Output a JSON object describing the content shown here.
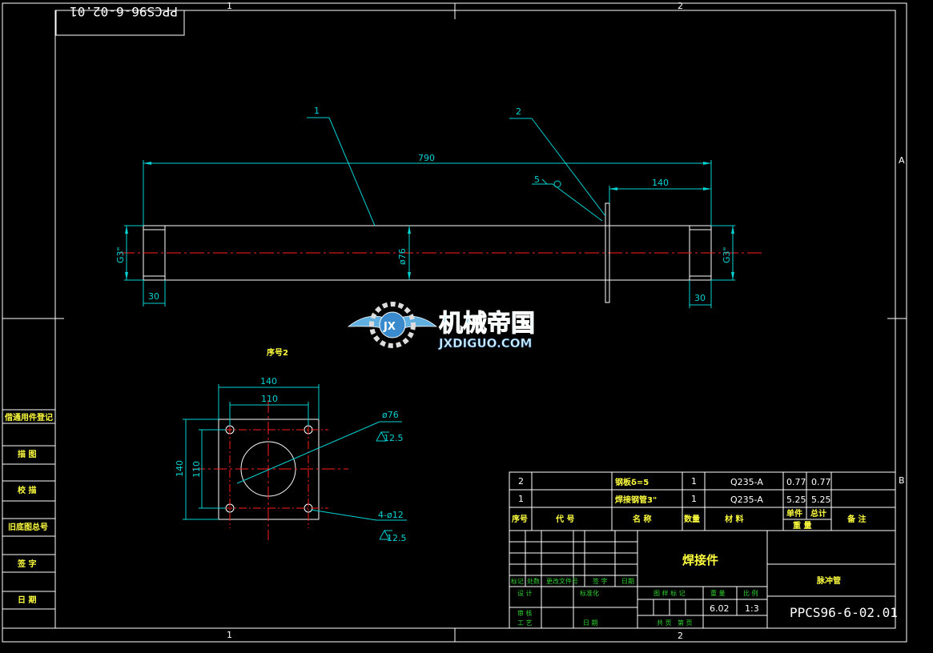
{
  "drawing_number_stamp": "PPCS96-6-02.01",
  "zone_labels": {
    "col1": "1",
    "col2": "2",
    "rowA": "A",
    "rowB": "B"
  },
  "balloons": {
    "part1": "1",
    "part2": "2"
  },
  "dimensions": {
    "overall_length": "790",
    "flange_offset": "140",
    "pipe_diameter": "ø76",
    "thread_left": "G3\"",
    "thread_right": "G3\"",
    "thread_len_left": "30",
    "thread_len_right": "30",
    "weld_symbol": "5"
  },
  "detail_view": {
    "title": "序号2",
    "outer_width": "140",
    "hole_spacing_x": "110",
    "outer_height": "140",
    "hole_spacing_y": "110",
    "bore_callout": "ø76",
    "bore_roughness": "12.5",
    "holes_callout": "4-ø12",
    "holes_roughness": "12.5"
  },
  "left_side_table": [
    "借通用件登记",
    "描 图",
    "校 描",
    "旧底图总号",
    "签 字",
    "日 期"
  ],
  "bom": {
    "rows": [
      {
        "no": "2",
        "code": "",
        "name": "钢板δ=5",
        "qty": "1",
        "material": "Q235-A",
        "unit_wt": "0.77",
        "total_wt": "0.77",
        "note": ""
      },
      {
        "no": "1",
        "code": "",
        "name": "焊接钢管3\"",
        "qty": "1",
        "material": "Q235-A",
        "unit_wt": "5.25",
        "total_wt": "5.25",
        "note": ""
      }
    ],
    "headers": {
      "no": "序号",
      "code": "代 号",
      "name": "名 称",
      "qty": "数量",
      "material": "材 料",
      "unit": "单件",
      "total": "总计",
      "weight": "重 量",
      "note": "备 注"
    }
  },
  "title_block": {
    "part_title": "焊接件",
    "assembly_name": "脉冲管",
    "drawing_no": "PPCS96-6-02.01",
    "labels": {
      "mark": "标记",
      "count": "处数",
      "change_doc": "更改文件号",
      "sign": "签 字",
      "date": "日期",
      "design": "设 计",
      "standard": "标准化",
      "review": "审 核",
      "process": "工 艺",
      "date2": "日 期",
      "stage": "图 样 标 记",
      "weight": "重 量",
      "scale": "比 例",
      "sheet": "共 页",
      "page": "第 页"
    },
    "weight_value": "6.02",
    "scale_value": "1:3"
  },
  "watermark": {
    "cn": "机械帝国",
    "en": "JXDIGUO.COM",
    "logo": "JX"
  }
}
